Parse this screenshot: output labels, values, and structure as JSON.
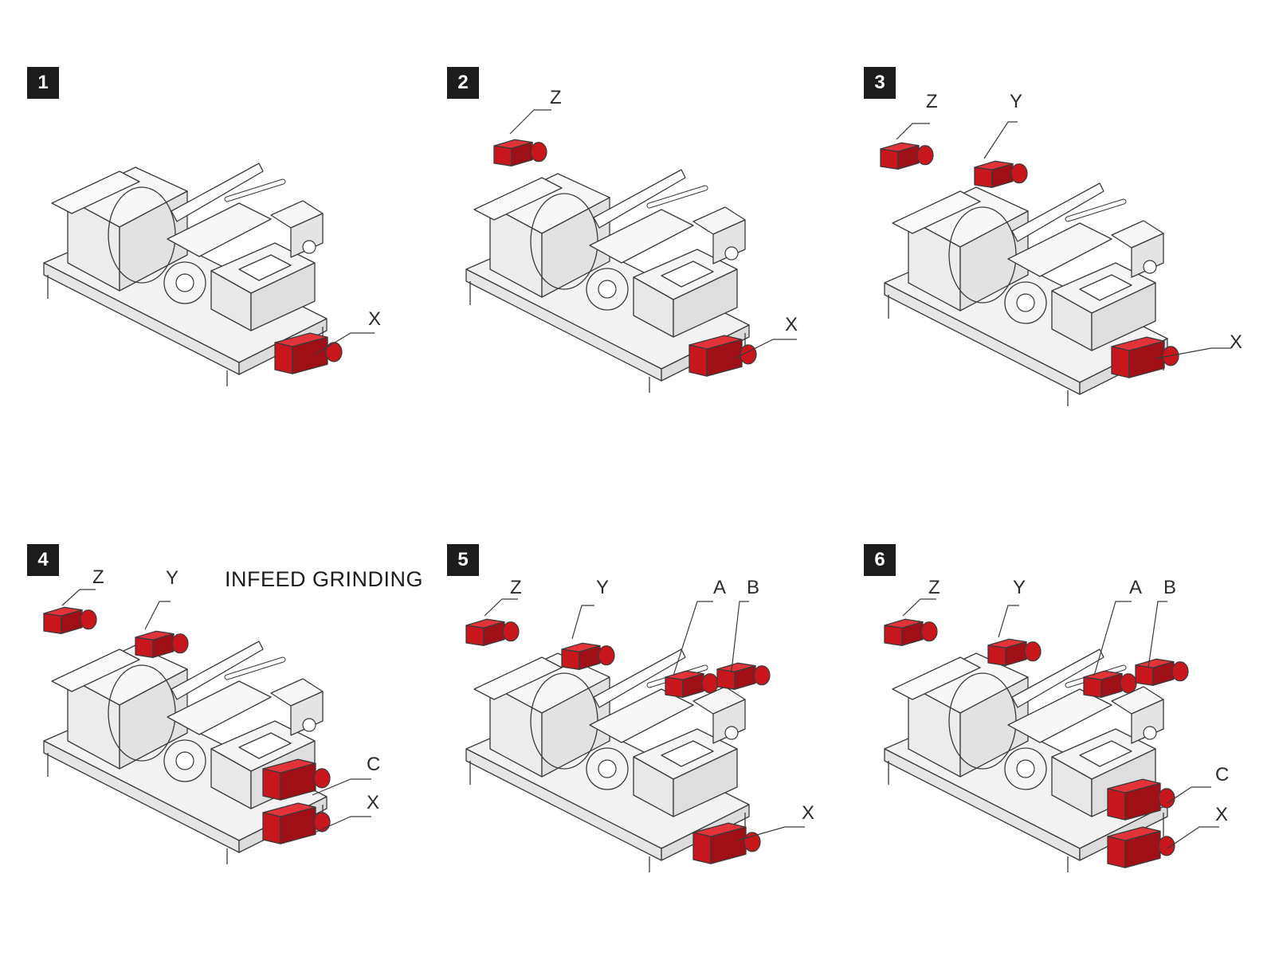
{
  "colors": {
    "axis_red": "#c8161d",
    "line": "#3a3a3a",
    "body": "#f2f2f2",
    "badge": "#1c1c1c"
  },
  "caption": "INFEED GRINDING",
  "panels": [
    {
      "number": "1",
      "axes": [
        {
          "id": "x",
          "label": "X"
        }
      ]
    },
    {
      "number": "2",
      "axes": [
        {
          "id": "z",
          "label": "Z"
        },
        {
          "id": "x",
          "label": "X"
        }
      ]
    },
    {
      "number": "3",
      "axes": [
        {
          "id": "z",
          "label": "Z"
        },
        {
          "id": "y",
          "label": "Y"
        },
        {
          "id": "x",
          "label": "X"
        }
      ]
    },
    {
      "number": "4",
      "axes": [
        {
          "id": "z",
          "label": "Z"
        },
        {
          "id": "y",
          "label": "Y"
        },
        {
          "id": "c",
          "label": "C"
        },
        {
          "id": "x",
          "label": "X"
        }
      ]
    },
    {
      "number": "5",
      "axes": [
        {
          "id": "z",
          "label": "Z"
        },
        {
          "id": "y",
          "label": "Y"
        },
        {
          "id": "a",
          "label": "A"
        },
        {
          "id": "b",
          "label": "B"
        },
        {
          "id": "x",
          "label": "X"
        }
      ]
    },
    {
      "number": "6",
      "axes": [
        {
          "id": "z",
          "label": "Z"
        },
        {
          "id": "y",
          "label": "Y"
        },
        {
          "id": "a",
          "label": "A"
        },
        {
          "id": "b",
          "label": "B"
        },
        {
          "id": "c",
          "label": "C"
        },
        {
          "id": "x",
          "label": "X"
        }
      ]
    }
  ]
}
